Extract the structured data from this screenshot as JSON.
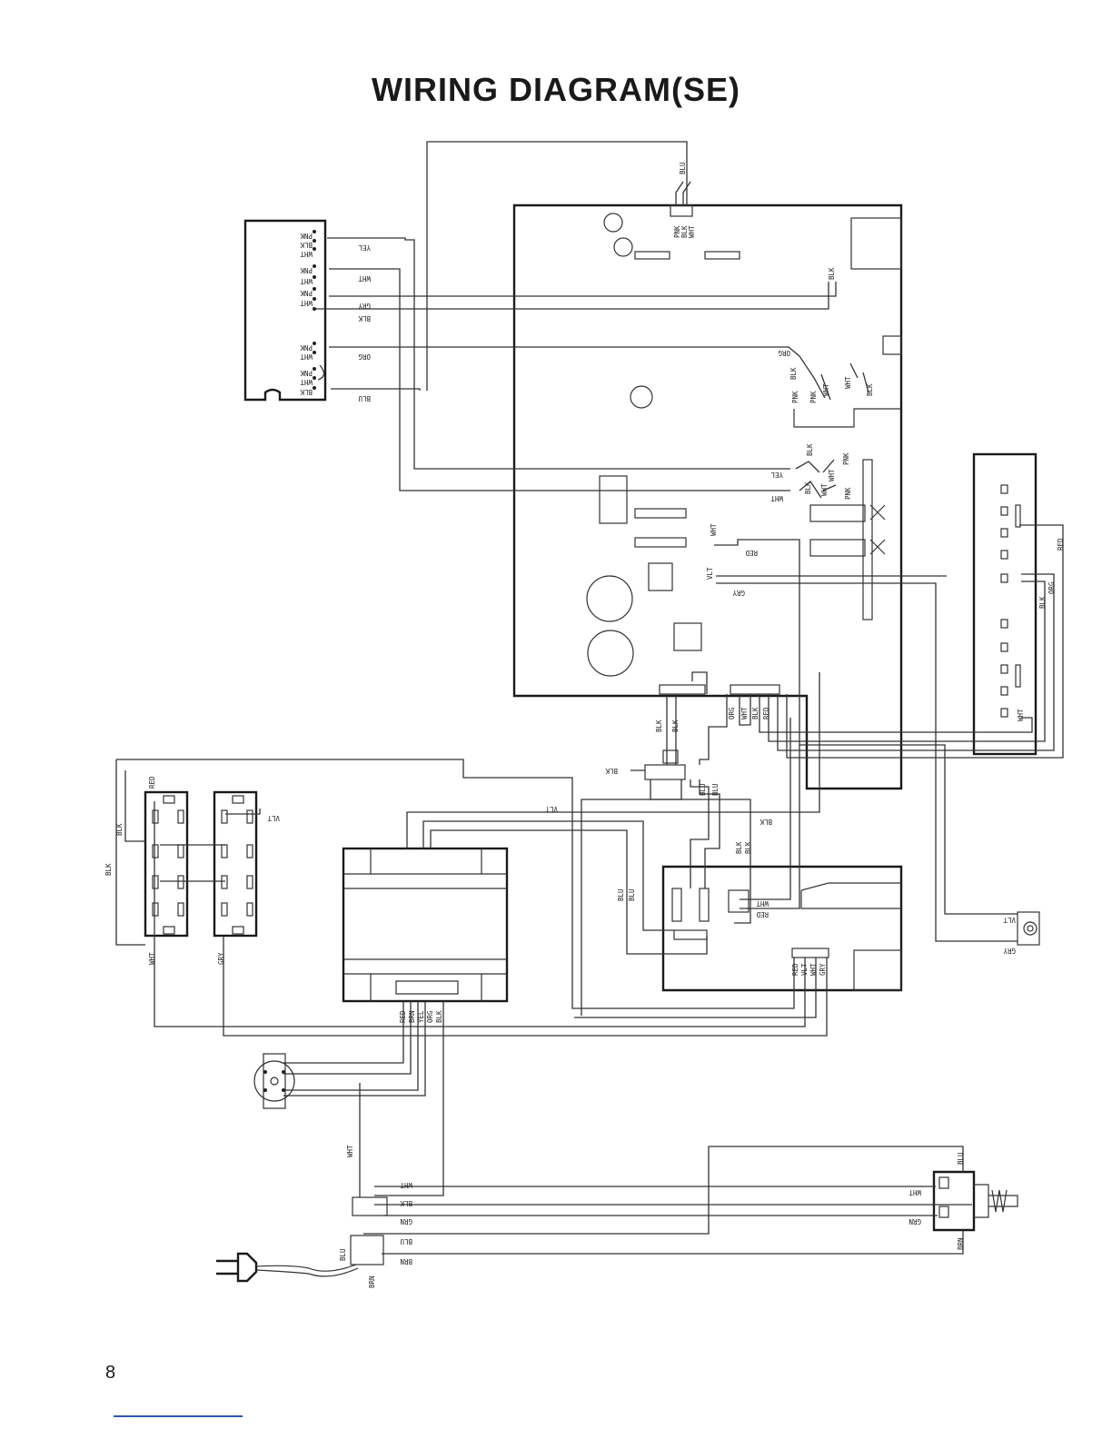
{
  "title": "WIRING DIAGRAM(SE)",
  "page_number": "8",
  "footer_rule_color": "#2d55b8",
  "wire_colors": [
    "BLU",
    "PNK",
    "BLK",
    "WHT",
    "YEL",
    "GRY",
    "ORG",
    "RED",
    "VLT",
    "BRN",
    "GRN"
  ],
  "labels": {
    "top_blu": "BLU",
    "top_pnk": "PNK",
    "top_blk": "BLK",
    "top_wht": "WHT",
    "l_pnk1": "PNK",
    "l_blk1": "BLK",
    "l_wht1": "WHT",
    "l_yel": "YEL",
    "l_pnk2": "PNK",
    "l_wht2": "WHT",
    "l_wht2w": "WHT",
    "l_pnk3": "PNK",
    "l_wht3": "WHT",
    "l_gry": "GRY",
    "l_blk": "BLK",
    "l_pnk4": "PNK",
    "l_wht4": "WHT",
    "l_org": "ORG",
    "l_pnk5": "PNK",
    "l_wht5": "WHT",
    "l_blk5": "BLK",
    "l_blu": "BLU",
    "r_blk1": "BLK",
    "r_org": "ORG",
    "r_blk2": "BLK",
    "r_pnk2": "PNK",
    "r_pnk3": "PNK",
    "r_wht3": "WHT",
    "r_wht4": "WHT",
    "r_blk4": "BLK",
    "m_yel": "YEL",
    "m_blk": "BLK",
    "m_pnk": "PNK",
    "m_wht": "WHT",
    "m_blk2": "BLK",
    "m_wht2": "WHT",
    "m_pnk2": "PNK",
    "m_wht3": "WHT",
    "m_wht4": "WHT",
    "m_red": "RED",
    "m_vlt": "VLT",
    "m_gry": "GRY",
    "c_blk1": "BLK",
    "c_blk2": "BLK",
    "c_org": "ORG",
    "c_wht": "WHT",
    "c_blk3": "BLK",
    "c_red": "RED",
    "c_blk4": "BLK",
    "c_blu1": "BLU",
    "c_blu2": "BLU",
    "c_vlt": "VLT",
    "c_blk5": "BLK",
    "c_blk6": "BLK",
    "c_blk7": "BLK",
    "rp_red": "RED",
    "rp_blk": "BLK",
    "rp_org": "ORG",
    "rp_wht": "WHT",
    "sw_red": "RED",
    "sw_blk1": "BLK",
    "sw_blk2": "BLK",
    "sw_vlt": "VLT",
    "sw_wht": "WHT",
    "sw_gry": "GRY",
    "bb_blu1": "BLU",
    "bb_blu2": "BLU",
    "bb_wht": "WHT",
    "bb_red": "RED",
    "bb_red2": "RED",
    "bb_vlt": "VLT",
    "bb_wht2": "WHT",
    "bb_gry": "GRY",
    "tr_red": "RED",
    "tr_brn": "BRN",
    "tr_yel": "YEL",
    "tr_org": "ORG",
    "tr_blk": "BLK",
    "lamp_vlt": "VLT",
    "lamp_gry": "GRY",
    "fs_wht": "WHT",
    "fs_wht2": "WHT",
    "fs_blk": "BLK",
    "fs_grn": "GRN",
    "fs_blu": "BLU",
    "fs_brn": "BRN",
    "ps_blu": "BLU",
    "ps_wht": "WHT",
    "ps_grn": "GRN",
    "ps_brn": "BRN",
    "plug_blu": "BLU",
    "plug_brn": "BRN"
  }
}
